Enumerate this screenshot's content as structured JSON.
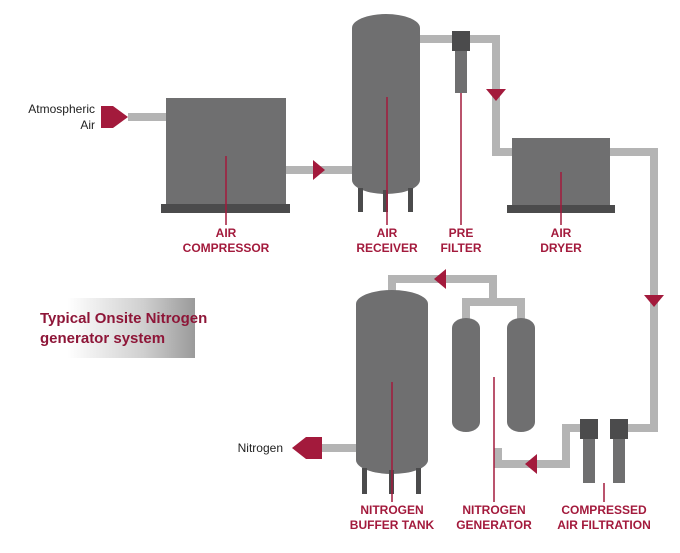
{
  "colors": {
    "pipe": "#b4b4b4",
    "equipment": "#6f6f70",
    "equipment_dark": "#4b4b4c",
    "accent": "#a31a3c",
    "text": "#222222"
  },
  "title": "Typical Onsite Nitrogen\ngenerator system",
  "inputs": {
    "atmospheric_air_line1": "Atmospheric",
    "atmospheric_air_line2": "Air"
  },
  "outputs": {
    "nitrogen": "Nitrogen"
  },
  "components": {
    "air_compressor": {
      "line1": "AIR",
      "line2": "COMPRESSOR"
    },
    "air_receiver": {
      "line1": "AIR",
      "line2": "RECEIVER"
    },
    "pre_filter": {
      "line1": "PRE",
      "line2": "FILTER"
    },
    "air_dryer": {
      "line1": "AIR",
      "line2": "DRYER"
    },
    "compressed_air_filtration": {
      "line1": "COMPRESSED",
      "line2": "AIR FILTRATION"
    },
    "nitrogen_generator": {
      "line1": "NITROGEN",
      "line2": "GENERATOR"
    },
    "nitrogen_buffer_tank": {
      "line1": "NITROGEN",
      "line2": "BUFFER TANK"
    }
  }
}
